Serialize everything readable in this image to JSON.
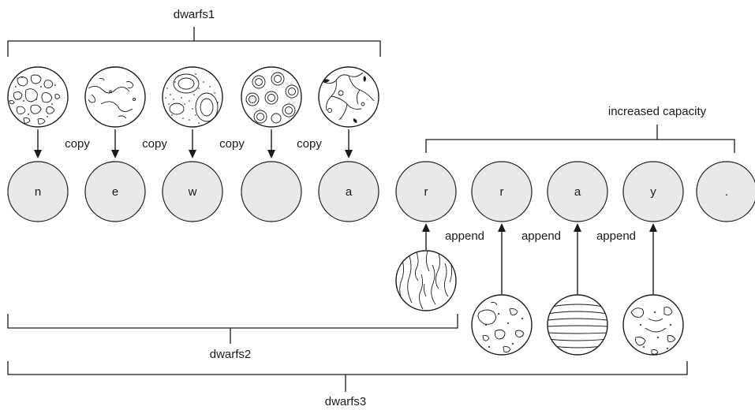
{
  "brackets": {
    "dwarfs1": "dwarfs1",
    "dwarfs2": "dwarfs2",
    "dwarfs3": "dwarfs3",
    "increased_capacity": "increased capacity"
  },
  "array_cells": [
    "n",
    "e",
    "w",
    "",
    "a",
    "r",
    "r",
    "a",
    "y",
    "."
  ],
  "copy_labels": [
    "copy",
    "copy",
    "copy",
    "copy"
  ],
  "append_labels": [
    "append",
    "append",
    "append"
  ],
  "planet_icons": [
    "rocky-cratered-planet-icon",
    "smooth-wavy-planet-icon",
    "dotted-cell-planet-icon",
    "ringed-circles-planet-icon",
    "cellular-network-planet-icon",
    "streaked-planet-icon",
    "blotchy-planet-icon",
    "banded-planet-icon",
    "spotted-planet-icon"
  ],
  "colors": {
    "cell_fill": "#e9e9e9",
    "ink": "#1a1a1a"
  }
}
